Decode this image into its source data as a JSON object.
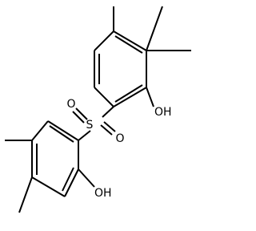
{
  "molecule": {
    "atoms": {
      "sulfur": "S",
      "oxygen_left": "O",
      "oxygen_right": "O",
      "hydroxyl_upper": "OH",
      "hydroxyl_lower": "OH"
    },
    "colors": {
      "bond": "#000000",
      "label": "#000000",
      "background": "#ffffff"
    }
  }
}
